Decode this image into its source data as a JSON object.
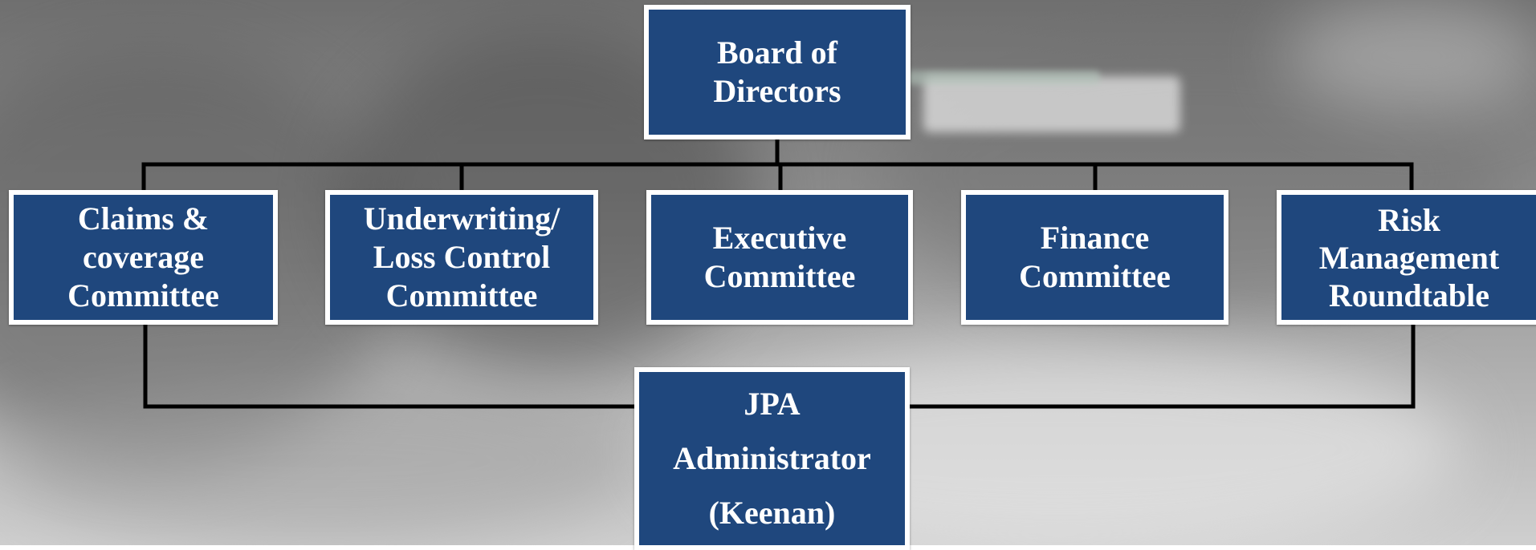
{
  "diagram": {
    "top": {
      "label": "Board of\nDirectors"
    },
    "committees": [
      {
        "id": "claims",
        "label": "Claims &\ncoverage\nCommittee"
      },
      {
        "id": "underwriting",
        "label": "Underwriting/\nLoss Control\nCommittee"
      },
      {
        "id": "executive",
        "label": "Executive\nCommittee"
      },
      {
        "id": "finance",
        "label": "Finance\nCommittee"
      },
      {
        "id": "risk",
        "label": "Risk\nManagement\nRoundtable"
      }
    ],
    "bottom": {
      "label": "JPA\nAdministrator\n(Keenan)"
    }
  },
  "colors": {
    "box_fill": "#1f477d",
    "box_border": "#ffffff",
    "connector": "#000000"
  }
}
